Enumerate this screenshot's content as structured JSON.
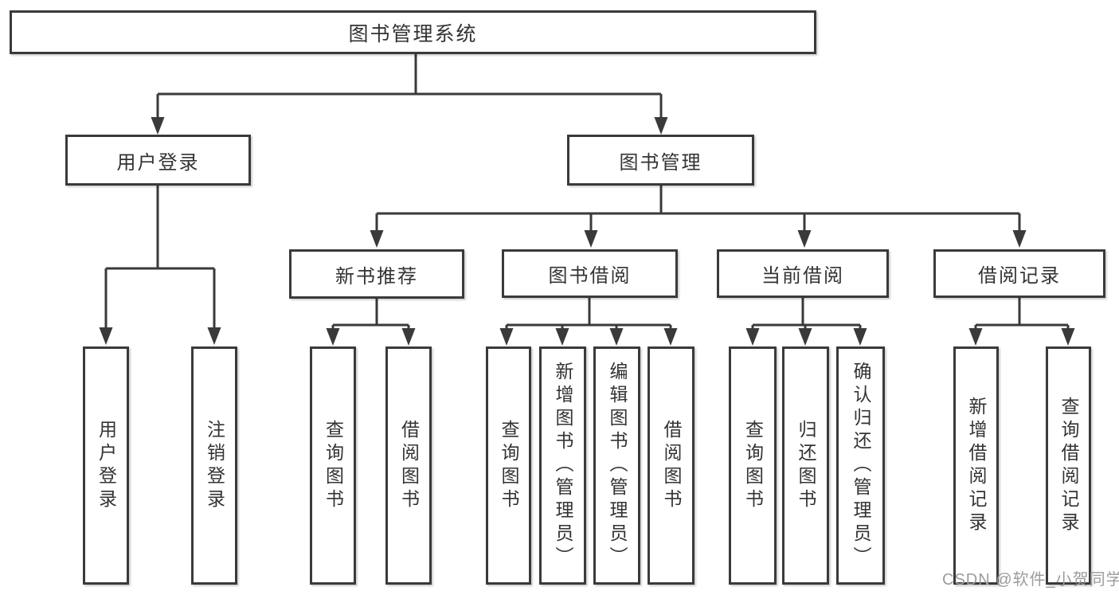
{
  "diagram": {
    "colors": {
      "line": "#3a3a3a",
      "box_background": "#ffffff",
      "text": "#333333",
      "watermark": "#9b9ba1",
      "background": "#ffffff"
    },
    "nodes": {
      "root": {
        "label": "图书管理系统"
      },
      "user_login": {
        "label": "用户登录",
        "children": [
          "用户登录",
          "注销登录"
        ]
      },
      "book_mgmt": {
        "label": "图书管理"
      },
      "new_book": {
        "label": "新书推荐",
        "children": [
          "查询图书",
          "借阅图书"
        ]
      },
      "book_borrow": {
        "label": "图书借阅",
        "children": [
          "查询图书",
          "新增图书（管理员）",
          "编辑图书（管理员）",
          "借阅图书"
        ]
      },
      "current_borrow": {
        "label": "当前借阅",
        "children": [
          "查询图书",
          "归还图书",
          "确认归还（管理员）"
        ]
      },
      "borrow_record": {
        "label": "借阅记录",
        "children": [
          "新增借阅记录",
          "查询借阅记录"
        ]
      }
    },
    "watermark": "CSDN @软件_小贺同学"
  }
}
